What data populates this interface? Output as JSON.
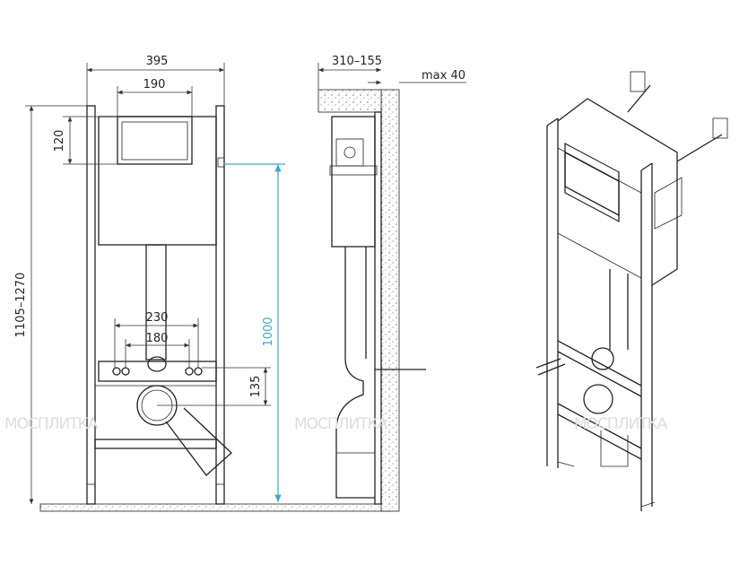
{
  "watermark": "МОСПЛИТКА",
  "front_view": {
    "width_label": "395",
    "plate_width_label": "190",
    "plate_height_label": "120",
    "total_height_label": "1105–1270",
    "inlet_outer_label": "230",
    "inlet_inner_label": "180",
    "outlet_height_label": "135",
    "plate_height_from_floor_label": "1000"
  },
  "side_view": {
    "depth_label": "310–155",
    "gap_label": "max 40"
  },
  "colors": {
    "line": "#222222",
    "dimension_accent": "#3aa8d8",
    "hatch": "#cccccc"
  }
}
